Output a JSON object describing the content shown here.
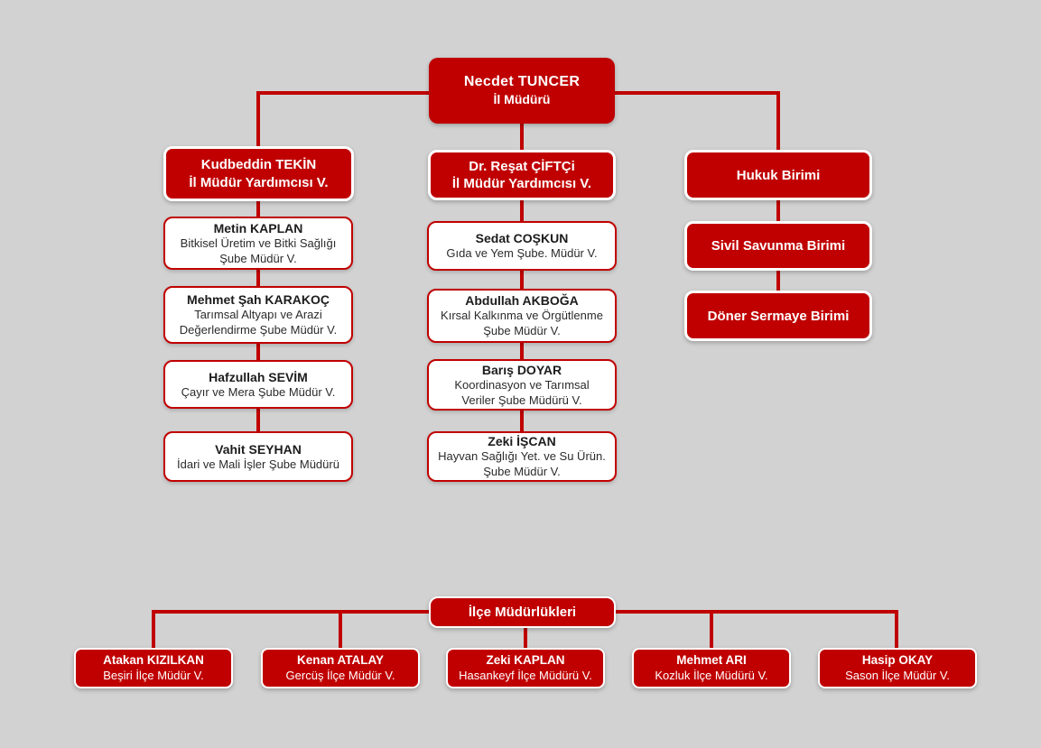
{
  "palette": {
    "background": "#d2d2d2",
    "red": "#c00000",
    "white": "#ffffff",
    "text_dark": "#1c1c1c"
  },
  "director": {
    "name": "Necdet TUNCER",
    "title": "İl Müdürü"
  },
  "deputies": [
    {
      "name": "Kudbeddin TEKİN",
      "title": "İl Müdür Yardımcısı V."
    },
    {
      "name": "Dr. Reşat ÇİFTÇi",
      "title": "İl Müdür Yardımcısı V."
    }
  ],
  "left_branch": [
    {
      "name": "Metin KAPLAN",
      "title": "Bitkisel Üretim ve Bitki Sağlığı Şube Müdür V."
    },
    {
      "name": "Mehmet Şah KARAKOÇ",
      "title": "Tarımsal Altyapı ve Arazi Değerlendirme Şube Müdür V."
    },
    {
      "name": "Hafzullah SEVİM",
      "title": "Çayır ve Mera Şube Müdür V."
    },
    {
      "name": "Vahit SEYHAN",
      "title": "İdari ve Mali İşler Şube Müdürü"
    }
  ],
  "middle_branch": [
    {
      "name": "Sedat COŞKUN",
      "title": "Gıda ve Yem Şube. Müdür V."
    },
    {
      "name": "Abdullah AKBOĞA",
      "title": "Kırsal Kalkınma ve Örgütlenme Şube Müdür V."
    },
    {
      "name": "Barış DOYAR",
      "title": "Koordinasyon ve Tarımsal Veriler Şube Müdürü V."
    },
    {
      "name": "Zeki İŞCAN",
      "title": "Hayvan Sağlığı Yet. ve Su Ürün. Şube Müdür V."
    }
  ],
  "units": [
    {
      "label": "Hukuk Birimi"
    },
    {
      "label": "Sivil Savunma Birimi"
    },
    {
      "label": "Döner Sermaye Birimi"
    }
  ],
  "districts_header": "İlçe Müdürlükleri",
  "districts": [
    {
      "name": "Atakan KIZILKAN",
      "title": "Beşiri İlçe Müdür V."
    },
    {
      "name": "Kenan ATALAY",
      "title": "Gercüş İlçe Müdür V."
    },
    {
      "name": "Zeki KAPLAN",
      "title": "Hasankeyf İlçe Müdürü V."
    },
    {
      "name": "Mehmet ARI",
      "title": "Kozluk İlçe Müdürü V."
    },
    {
      "name": "Hasip OKAY",
      "title": "Sason İlçe Müdür V."
    }
  ]
}
